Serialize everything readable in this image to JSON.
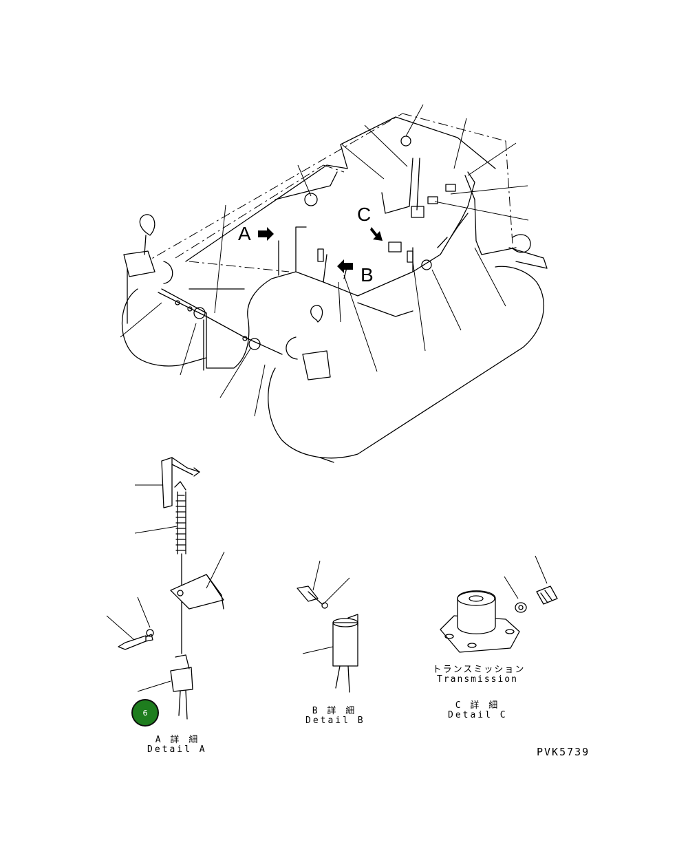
{
  "view_labels": {
    "a": "A",
    "b": "B",
    "c": "C"
  },
  "details": {
    "a": {
      "jp": "A 詳 細",
      "en": "Detail A"
    },
    "b": {
      "jp": "B 詳 細",
      "en": "Detail B"
    },
    "c": {
      "jp": "C 詳 細",
      "en": "Detail C"
    },
    "transmission": {
      "jp": "トランスミッション",
      "en": "Transmission"
    }
  },
  "drawing_number": "PVK5739",
  "callout": {
    "number": "6",
    "color": "#1e7d1e"
  }
}
